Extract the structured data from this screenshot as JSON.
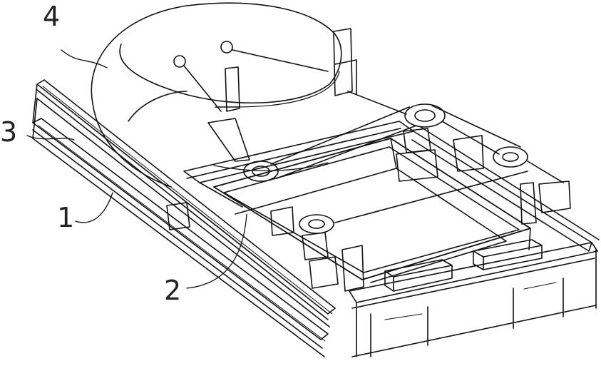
{
  "figure": {
    "callouts": [
      {
        "id": "4",
        "text": "4"
      },
      {
        "id": "3",
        "text": "3"
      },
      {
        "id": "1",
        "text": "1"
      },
      {
        "id": "2",
        "text": "2"
      }
    ]
  }
}
